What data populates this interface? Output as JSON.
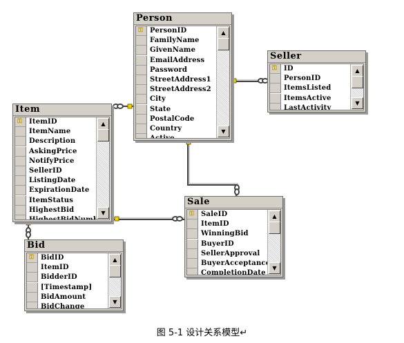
{
  "tables": {
    "person": {
      "title": "Person",
      "columns": [
        "PersonID",
        "FamilyName",
        "GivenName",
        "EmailAddress",
        "Password",
        "StreetAddress1",
        "StreetAddress2",
        "City",
        "State",
        "PostalCode",
        "Country",
        "Active"
      ],
      "key_column": 0
    },
    "seller": {
      "title": "Seller",
      "columns": [
        "ID",
        "PersonID",
        "ItemsListed",
        "ItemsActive",
        "LastActivity"
      ],
      "key_column": 0
    },
    "item": {
      "title": "Item",
      "columns": [
        "ItemID",
        "ItemName",
        "Description",
        "AskingPrice",
        "NotifyPrice",
        "SellerID",
        "ListingDate",
        "ExpirationDate",
        "ItemStatus",
        "HighestBid",
        "HighestBidNumb"
      ],
      "key_column": 0
    },
    "sale": {
      "title": "Sale",
      "columns": [
        "SaleID",
        "ItemID",
        "WinningBid",
        "BuyerID",
        "SellerApproval",
        "BuyerAcceptance",
        "CompletionDate"
      ],
      "key_column": 0
    },
    "bid": {
      "title": "Bid",
      "columns": [
        "BidID",
        "ItemID",
        "BidderID",
        "[Timestamp]",
        "BidAmount",
        "BidChange"
      ],
      "key_column": 0
    }
  },
  "caption": "图 5-1 设计关系模型↵",
  "icons": {
    "key": "key-icon",
    "scroll_up": "scroll-up-arrow-icon",
    "scroll_down": "scroll-down-arrow-icon"
  }
}
